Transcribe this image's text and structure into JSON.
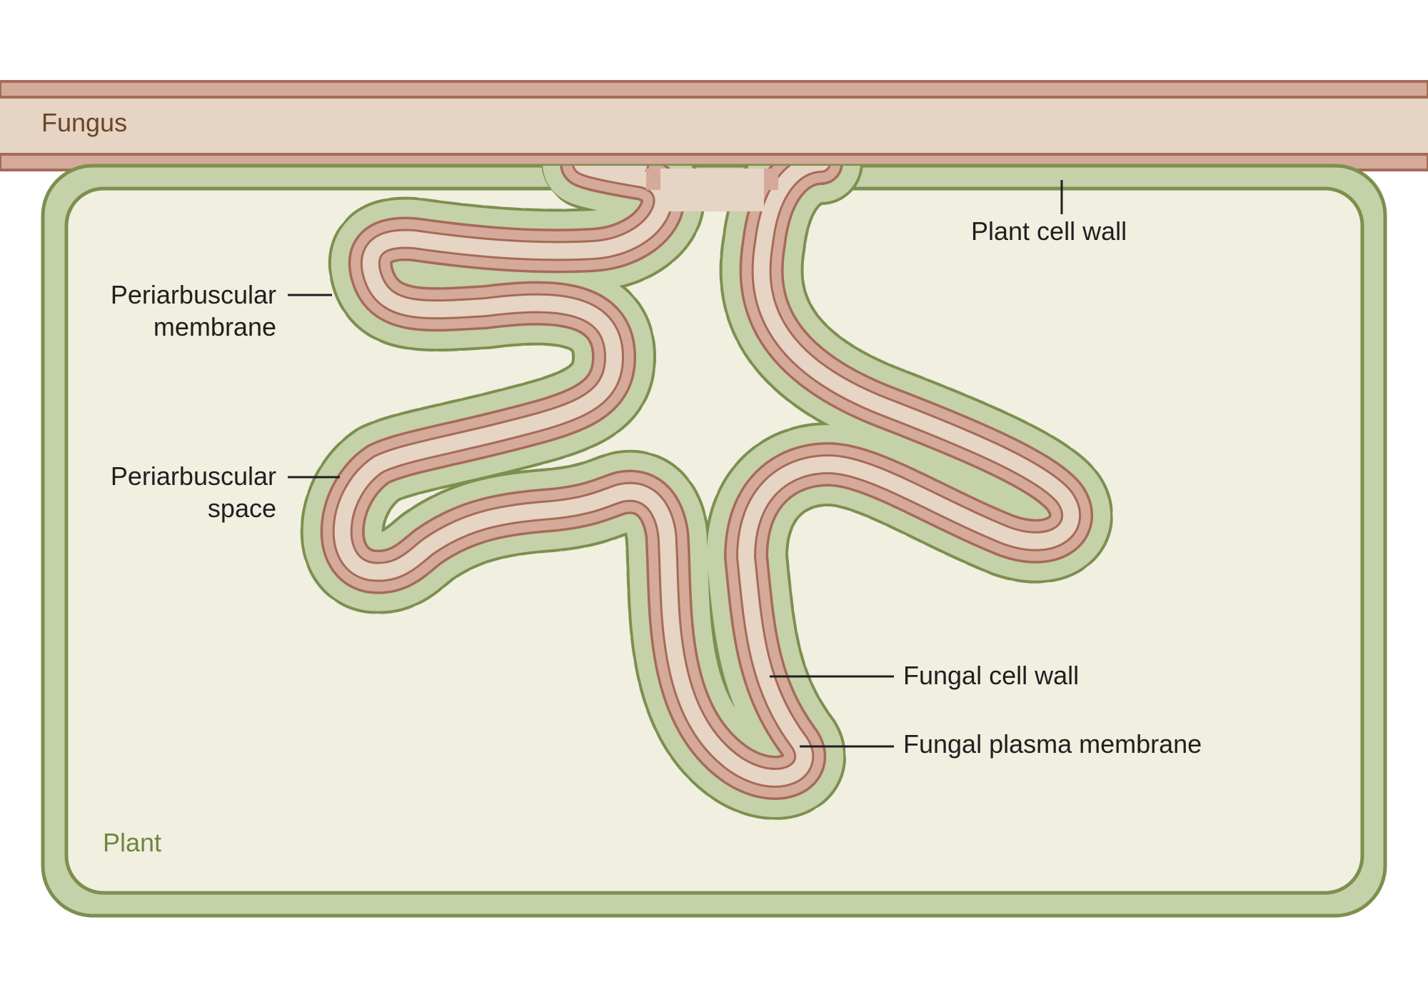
{
  "regions": {
    "fungus": "Fungus",
    "plant": "Plant"
  },
  "labels": {
    "plant_cell_wall": "Plant cell wall",
    "periarbuscular_membrane_line1": "Periarbuscular",
    "periarbuscular_membrane_line2": "membrane",
    "periarbuscular_space_line1": "Periarbuscular",
    "periarbuscular_space_line2": "space",
    "fungal_cell_wall": "Fungal cell wall",
    "fungal_plasma_membrane": "Fungal plasma membrane"
  },
  "colors": {
    "fungus_fill": "#e6d4c4",
    "fungus_wall": "#d5aa9a",
    "fungus_stroke": "#a56b58",
    "plant_wall": "#c5d1a8",
    "plant_stroke": "#7d8f4e",
    "plant_inner": "#f0efe0",
    "fungus_text": "#6b4526",
    "plant_text": "#6f8640"
  }
}
